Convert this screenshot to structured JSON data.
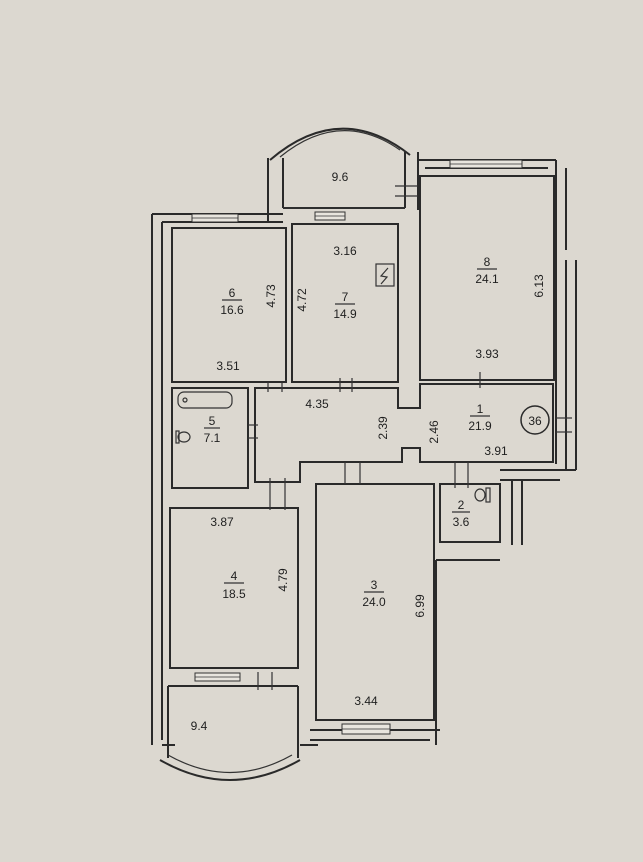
{
  "background": "#dcd8d0",
  "ink": "#2a2a2a",
  "apartment_number": "36",
  "rooms": [
    {
      "id": "1",
      "area": "21.9"
    },
    {
      "id": "2",
      "area": "3.6"
    },
    {
      "id": "3",
      "area": "24.0"
    },
    {
      "id": "4",
      "area": "18.5"
    },
    {
      "id": "5",
      "area": "7.1"
    },
    {
      "id": "6",
      "area": "16.6"
    },
    {
      "id": "7",
      "area": "14.9"
    },
    {
      "id": "8",
      "area": "24.1"
    }
  ],
  "balconies": [
    {
      "area": "9.6"
    },
    {
      "area": "9.4"
    }
  ],
  "dimensions": {
    "room6_width": "3.51",
    "room6_height": "4.73",
    "room7_width": "3.16",
    "room7_height": "4.72",
    "room8_width": "3.93",
    "room8_height": "6.13",
    "hall_width": "4.35",
    "corridor_height": "2.39",
    "room1_height": "2.46",
    "room1_width": "3.91",
    "room4_width": "3.87",
    "room4_height": "4.79",
    "room3_width": "3.44",
    "room3_height": "6.99"
  },
  "symbols": {
    "electric_panel": "lightning-symbol",
    "bathtub": "bathtub-symbol",
    "toilet": "toilet-symbol"
  }
}
